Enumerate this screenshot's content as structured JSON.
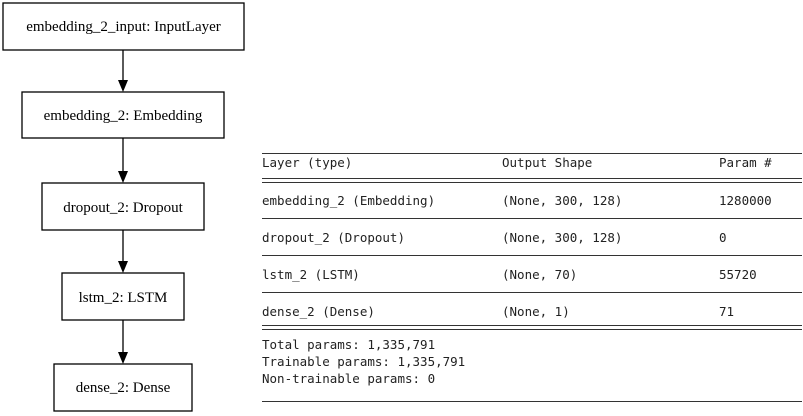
{
  "model_plot": {
    "nodes": [
      {
        "id": "input",
        "label": "embedding_2_input: InputLayer"
      },
      {
        "id": "embedding",
        "label": "embedding_2: Embedding"
      },
      {
        "id": "dropout",
        "label": "dropout_2: Dropout"
      },
      {
        "id": "lstm",
        "label": "lstm_2: LSTM"
      },
      {
        "id": "dense",
        "label": "dense_2: Dense"
      }
    ],
    "edges": [
      {
        "from": "input",
        "to": "embedding"
      },
      {
        "from": "embedding",
        "to": "dropout"
      },
      {
        "from": "dropout",
        "to": "lstm"
      },
      {
        "from": "lstm",
        "to": "dense"
      }
    ]
  },
  "summary": {
    "header": {
      "layer": "Layer (type)",
      "output_shape": "Output Shape",
      "params": "Param #"
    },
    "rows": [
      {
        "layer": "embedding_2 (Embedding)",
        "output_shape": "(None, 300, 128)",
        "params": "1280000"
      },
      {
        "layer": "dropout_2 (Dropout)",
        "output_shape": "(None, 300, 128)",
        "params": "0"
      },
      {
        "layer": "lstm_2 (LSTM)",
        "output_shape": "(None, 70)",
        "params": "55720"
      },
      {
        "layer": "dense_2 (Dense)",
        "output_shape": "(None, 1)",
        "params": "71"
      }
    ],
    "total": "Total params: 1,335,791",
    "trainable": "Trainable params: 1,335,791",
    "non_trainable": "Non-trainable params: 0"
  }
}
